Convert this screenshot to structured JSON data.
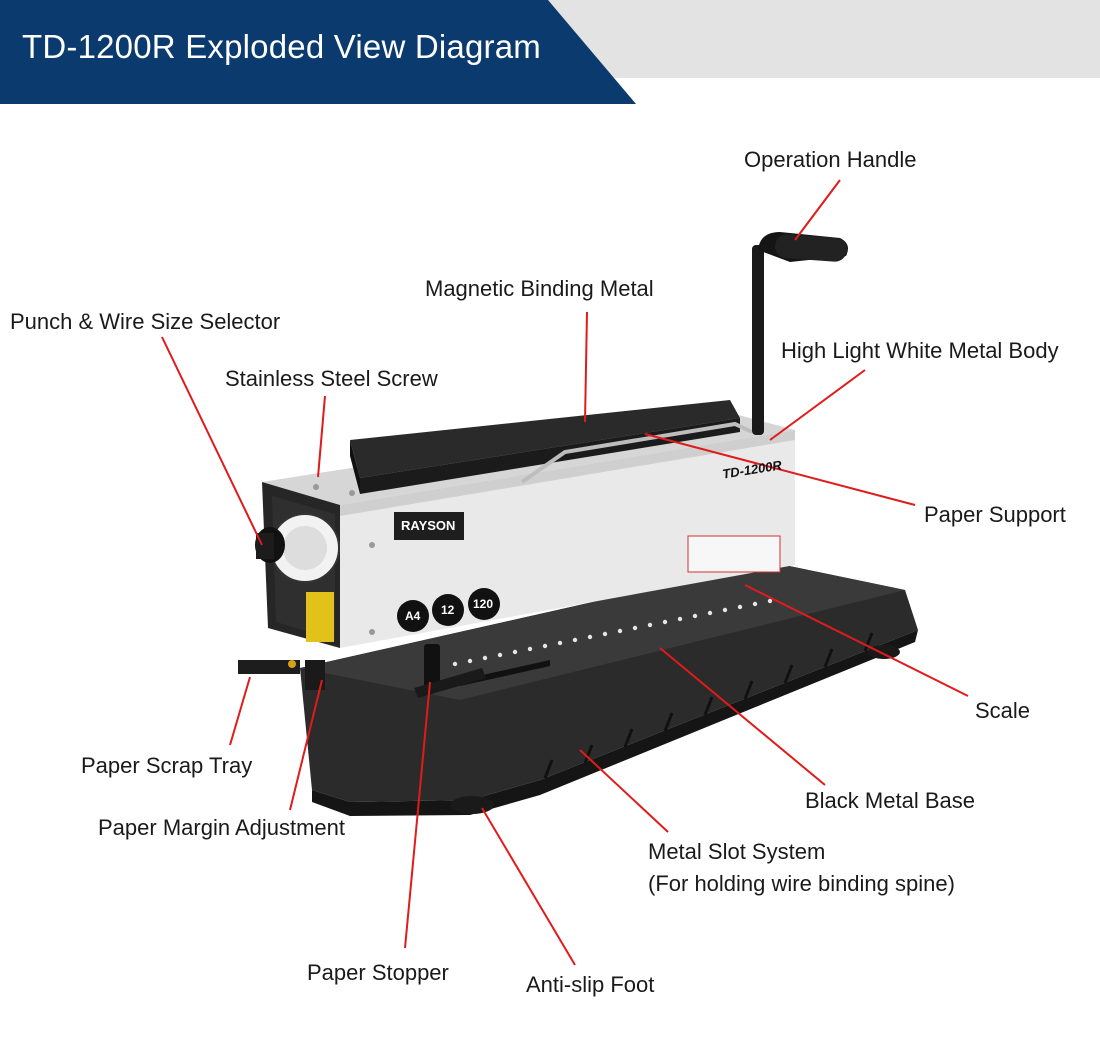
{
  "header": {
    "title": "TD-1200R Exploded View Diagram",
    "banner_color": "#0b3a6e",
    "band_color": "#e3e3e3"
  },
  "callout_color": "#e01b1b",
  "machine": {
    "brand": "RAYSON",
    "model": "TD-1200R",
    "badges": [
      "A4",
      "12",
      "120"
    ]
  },
  "labels": {
    "operation_handle": "Operation Handle",
    "magnetic_binding_metal": "Magnetic Binding Metal",
    "punch_wire_selector": "Punch & Wire Size Selector",
    "high_light_body": "High Light White Metal Body",
    "stainless_screw": "Stainless Steel Screw",
    "paper_support": "Paper Support",
    "scale": "Scale",
    "paper_scrap_tray": "Paper Scrap Tray",
    "black_metal_base": "Black Metal Base",
    "paper_margin": "Paper Margin Adjustment",
    "metal_slot_line1": "Metal Slot System",
    "metal_slot_line2": "(For holding wire binding spine)",
    "paper_stopper": "Paper Stopper",
    "anti_slip_foot": "Anti-slip Foot"
  }
}
